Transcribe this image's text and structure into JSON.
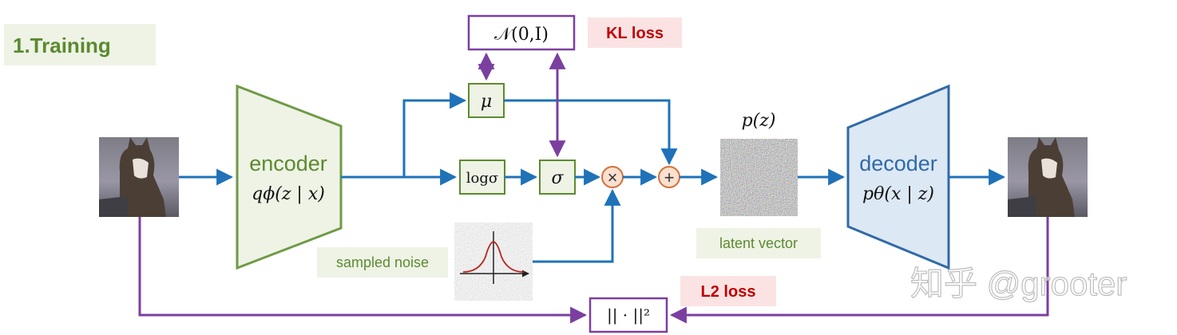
{
  "title": "1.Training",
  "encoder": {
    "label": "encoder",
    "formula": "qϕ(z | x)"
  },
  "decoder": {
    "label": "decoder",
    "formula": "pθ(x | z)"
  },
  "prior": "𝒩(0,I)",
  "mu": "μ",
  "logsigma": "logσ",
  "sigma": "σ",
  "multiply": "×",
  "add": "+",
  "pz": "p(z)",
  "latent_vector": "latent vector",
  "sampled_noise": "sampled noise",
  "kl_loss": "KL loss",
  "l2_loss": "L2 loss",
  "l2_norm": "|| · ||²",
  "watermark": "知乎 @grooter",
  "colors": {
    "blue_flow": "#1f72b8",
    "purple_loss": "#7b3fa0",
    "green_encoder": "#6f9a45",
    "blue_decoder": "#2f6aa8",
    "loss_label_bg": "#fbe3e3",
    "loss_label_text": "#c00000"
  }
}
